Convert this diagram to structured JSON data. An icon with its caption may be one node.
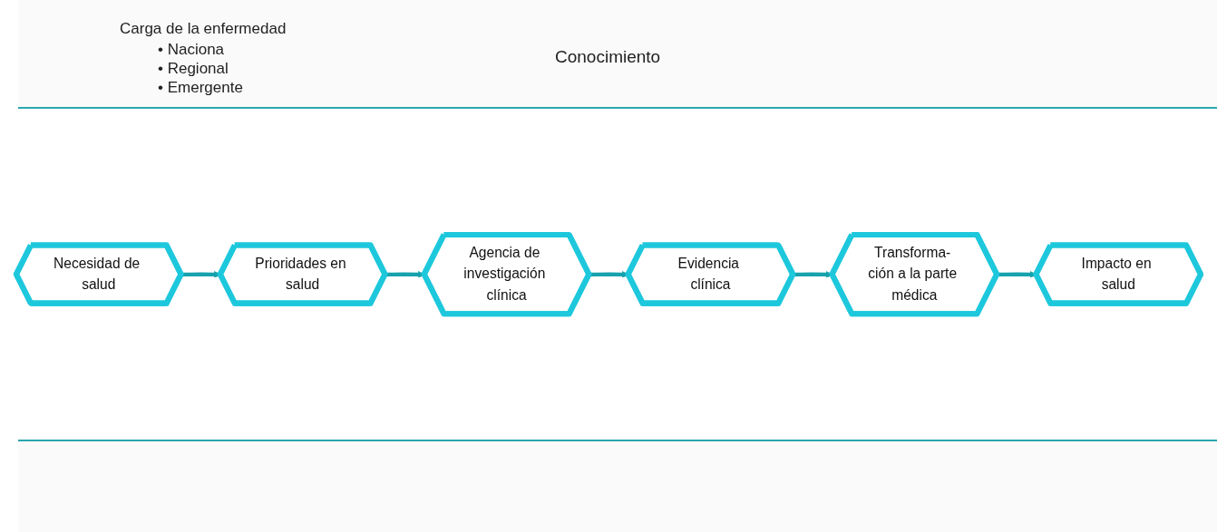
{
  "diagram": {
    "nodes": [
      {
        "text": [
          "Necesidad de salud"
        ]
      },
      {
        "text": [
          "Prioridades en salud"
        ]
      },
      {
        "text": [
          "Agencia de investigación clínica"
        ]
      },
      {
        "text": [
          "Evidencia clínica"
        ]
      },
      {
        "text": [
          "Transforma- ción a la parte médica"
        ]
      },
      {
        "text": [
          "Impacto en salud"
        ]
      }
    ],
    "edges": [
      {
        "from": 0,
        "to": 1,
        "arrow": "to"
      },
      {
        "from": 1,
        "to": 2,
        "arrow": "to"
      },
      {
        "from": 2,
        "to": 3,
        "arrow": "to"
      },
      {
        "from": 3,
        "to": 4,
        "arrow": "to"
      },
      {
        "from": 4,
        "to": 5,
        "arrow": "to"
      }
    ],
    "labels": [
      "Carga de la enfermedad",
      "• Naciona",
      "• Regional",
      "• Emergente",
      "Conocimiento"
    ]
  }
}
